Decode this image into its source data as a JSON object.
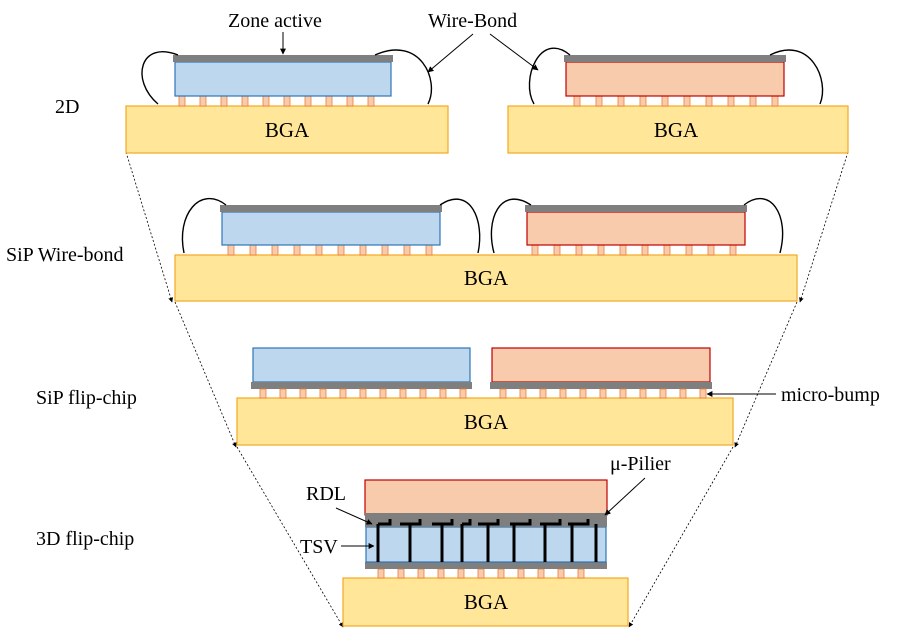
{
  "colors": {
    "bga_fill": "#FFE699",
    "bga_stroke": "#F5A623",
    "blue_die_fill": "#BDD7EE",
    "blue_die_stroke": "#2E75B6",
    "orange_die_fill": "#F8CBAD",
    "orange_die_stroke": "#C00000",
    "active_layer": "#7F7F7F",
    "bump_fill": "#F8CBAD",
    "bump_stroke": "#ED7D31",
    "wire": "#000000"
  },
  "rows": {
    "r2d": {
      "label": "2D"
    },
    "wirebond": {
      "label": "SiP Wire-bond"
    },
    "flipchip": {
      "label": "SiP flip-chip"
    },
    "flip3d": {
      "label": "3D flip-chip"
    }
  },
  "substrate_label": "BGA",
  "callouts": {
    "zone_active": "Zone active",
    "wire_bond": "Wire-Bond",
    "micro_bump": "micro-bump",
    "rdl": "RDL",
    "tsv": "TSV",
    "u_pilier": "μ-Pilier"
  }
}
